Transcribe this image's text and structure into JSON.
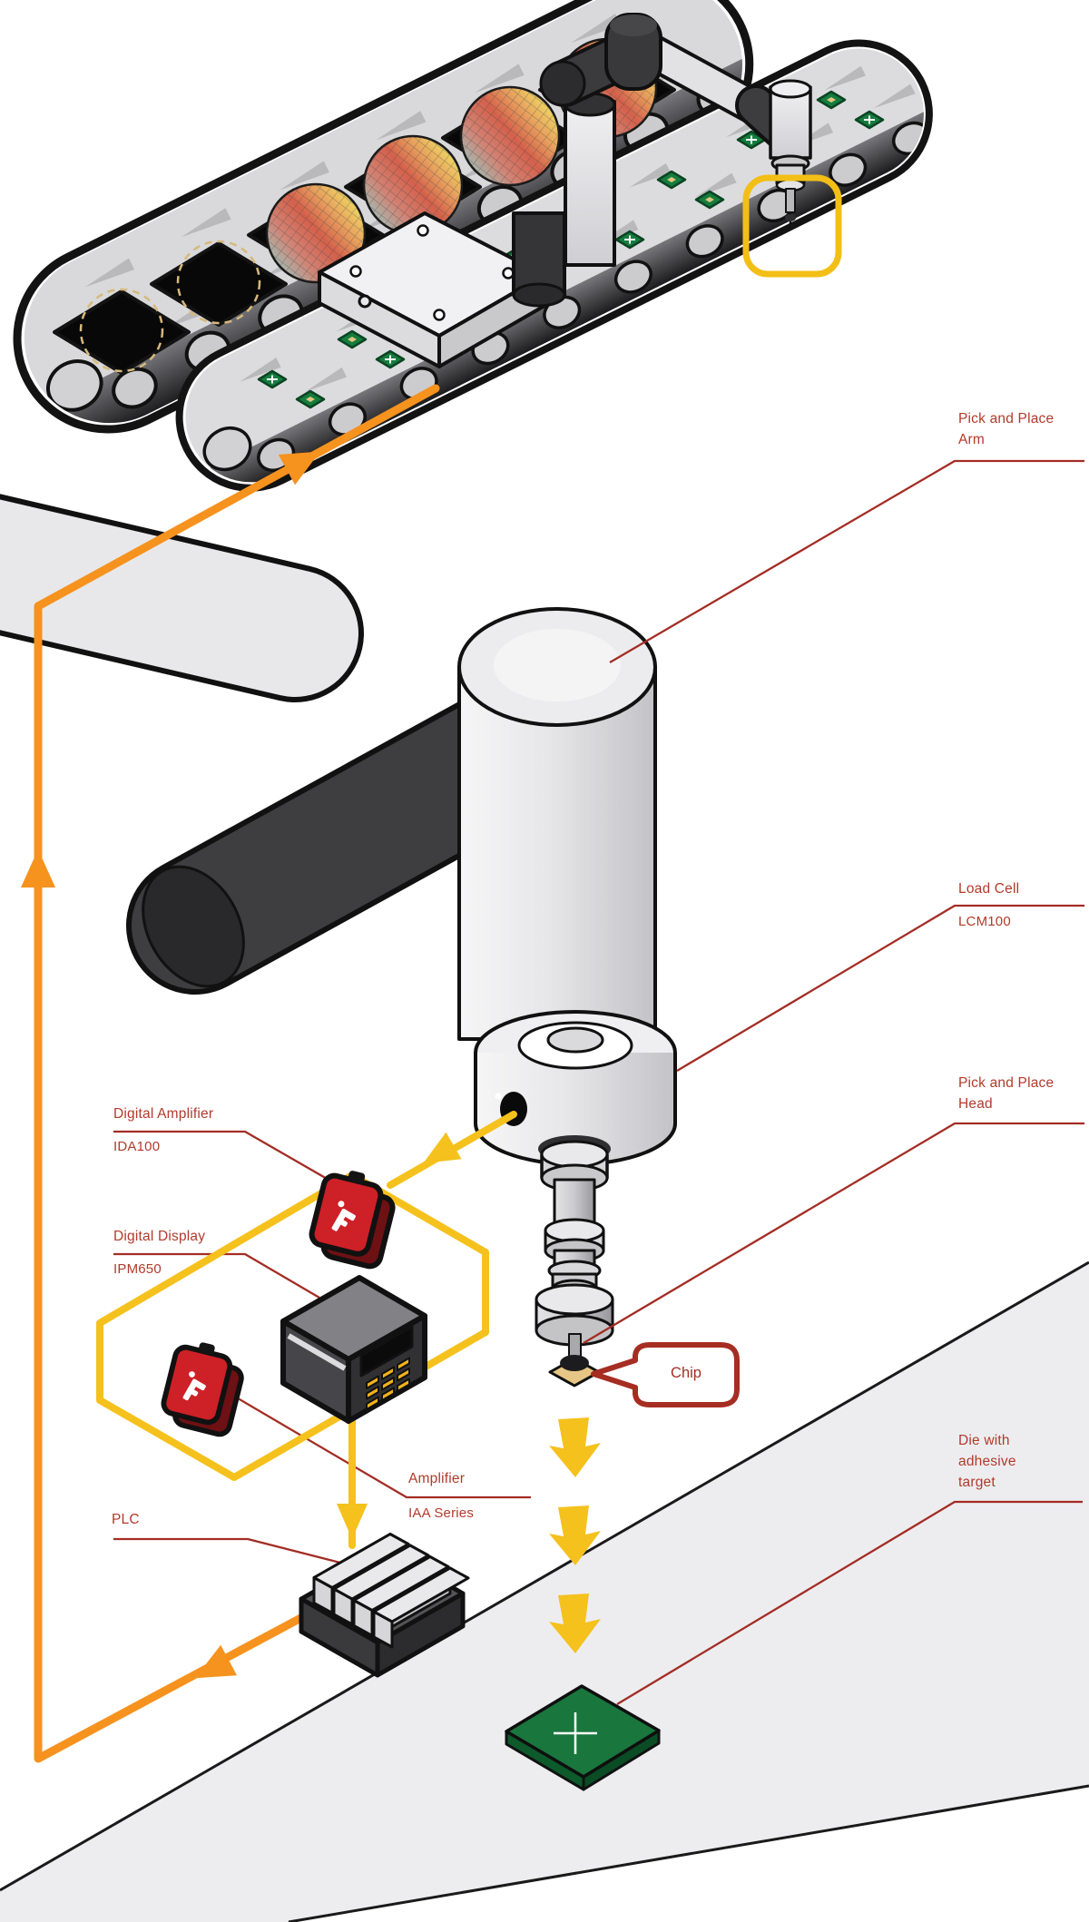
{
  "labels": {
    "pick_and_place_arm": "Pick and Place Arm",
    "load_cell_title": "Load Cell",
    "load_cell_model": "LCM100",
    "pick_and_place_head": "Pick and Place Head",
    "die_target": "Die with adhesive target",
    "digital_amplifier_title": "Digital Amplifier",
    "digital_amplifier_model": "IDA100",
    "digital_display_title": "Digital Display",
    "digital_display_model": "IPM650",
    "amplifier_title": "Amplifier",
    "amplifier_model": "IAA Series",
    "plc_title": "PLC",
    "chip_callout": "Chip"
  },
  "colors": {
    "label_red": "#b23a2b",
    "leader_red": "#a32d24",
    "callout_red": "#a62d22",
    "flow_orange": "#f6921e",
    "signal_yellow": "#f5c11d",
    "highlight_yellow": "#f3bf17",
    "die_green": "#19763d",
    "chip_green": "#157d3e",
    "device_red": "#ce2027",
    "keypad_yellow": "#f2b31a",
    "chip_tan": "#e6c685"
  }
}
